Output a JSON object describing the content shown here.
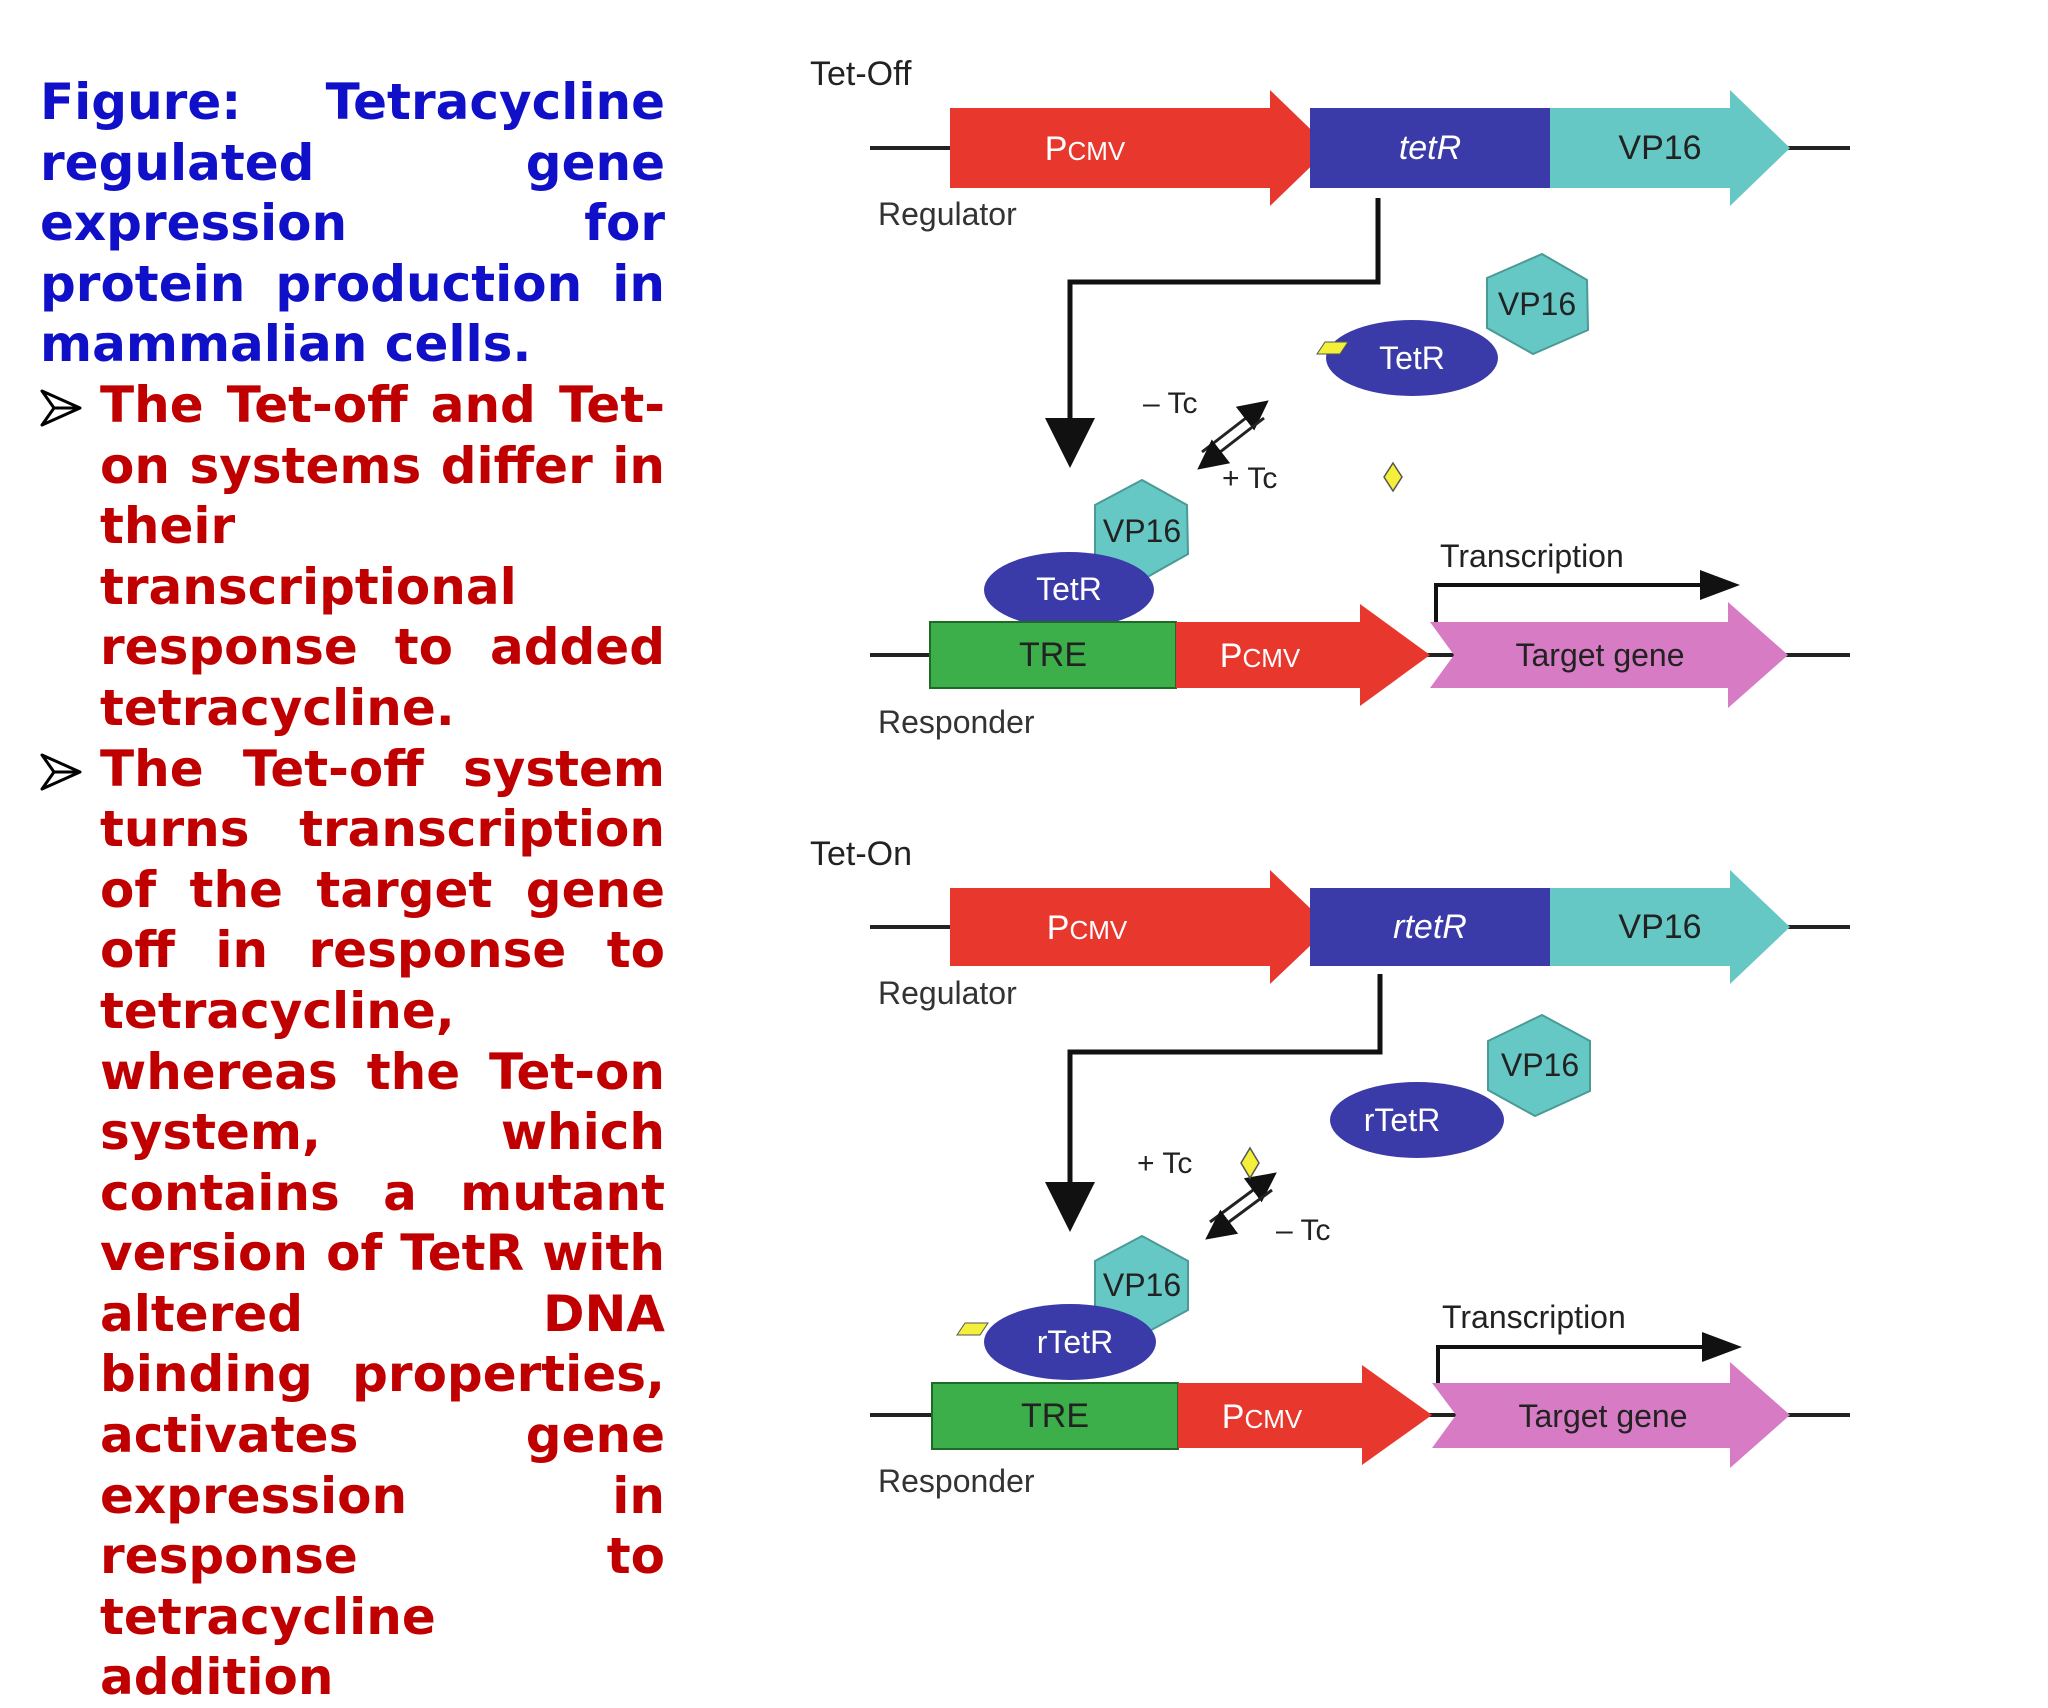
{
  "caption": "Figure: Tetracycline regulated gene expression for protein production in mammalian cells.",
  "bullets": [
    "The Tet-off and Tet-on systems differ in their transcriptional response to added tetracycline.",
    "The Tet-off system turns transcription of the target gene off in response to tetracycline, whereas the Tet-on system, which contains a mutant version of TetR with altered DNA binding properties, activates gene expression in response to tetracycline addition"
  ],
  "colors": {
    "caption": "#1010c8",
    "bullets": "#c00000",
    "pcmv": "#e8382e",
    "tetr": "#3a3aa8",
    "vp16": "#66c8c4",
    "tre": "#3cae4a",
    "target": "#d77cc4",
    "tc": "#f4ef3a"
  },
  "diagram": {
    "tet_off": {
      "title": "Tet-Off",
      "regulator_label": "Regulator",
      "responder_label": "Responder",
      "pcmv_main": "P",
      "pcmv_sub": "CMV",
      "repressor_gene": "tetR",
      "activator_gene": "VP16",
      "protein_free": {
        "activator": "VP16",
        "repressor": "TetR"
      },
      "protein_bound": {
        "activator": "VP16",
        "repressor": "TetR"
      },
      "minus_tc": "– Tc",
      "plus_tc": "+ Tc",
      "transcription": "Transcription",
      "tre": "TRE",
      "target_gene": "Target gene"
    },
    "tet_on": {
      "title": "Tet-On",
      "regulator_label": "Regulator",
      "responder_label": "Responder",
      "pcmv_main": "P",
      "pcmv_sub": "CMV",
      "repressor_gene": "rtetR",
      "activator_gene": "VP16",
      "protein_free": {
        "activator": "VP16",
        "repressor": "rTetR"
      },
      "protein_bound": {
        "activator": "VP16",
        "repressor": "rTetR"
      },
      "minus_tc": "– Tc",
      "plus_tc": "+ Tc",
      "transcription": "Transcription",
      "tre": "TRE",
      "target_gene": "Target gene"
    }
  }
}
